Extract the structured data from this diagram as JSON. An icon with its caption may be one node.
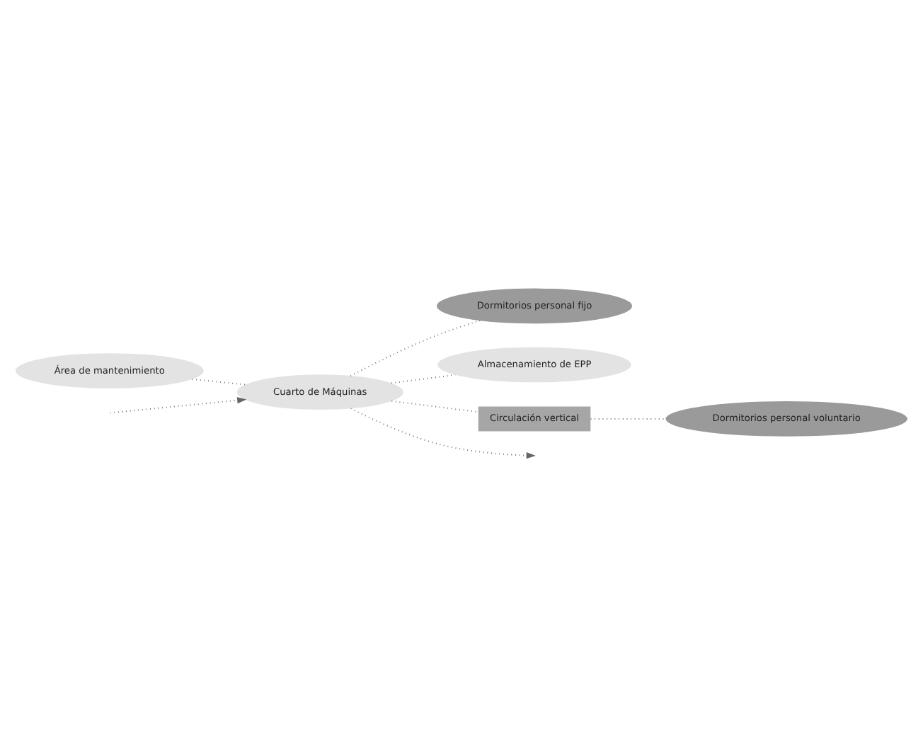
{
  "diagram": {
    "nodes": [
      {
        "text": [
          "Área de mantenimiento"
        ]
      },
      {
        "text": [
          "Dormitorios personal fijo"
        ]
      },
      {
        "text": [
          "Cuarto de Máquinas"
        ]
      },
      {
        "text": [
          "Dormitorios personal voluntario"
        ]
      },
      {
        "text": [
          "Almacenamiento de EPP"
        ]
      },
      {
        "text": [
          "Circulación vertical"
        ]
      }
    ],
    "edges": [
      {
        "from": 0,
        "to": 2,
        "arrow": "none"
      },
      {
        "from": 2,
        "to": 1,
        "arrow": "none"
      },
      {
        "from": 2,
        "to": null,
        "arrow": "to"
      },
      {
        "from": null,
        "to": 2,
        "arrow": "to"
      },
      {
        "from": 2,
        "to": 5,
        "arrow": "none"
      },
      {
        "from": 5,
        "to": 3,
        "arrow": "none"
      },
      {
        "from": 2,
        "to": 4,
        "arrow": "none"
      }
    ]
  }
}
